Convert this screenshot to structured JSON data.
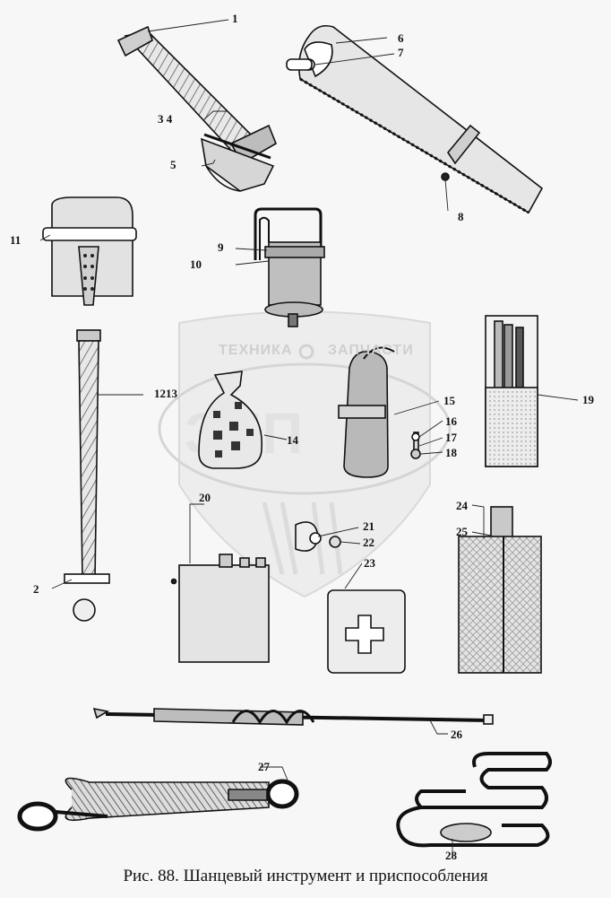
{
  "caption": "Рис. 88. Шанцевый инструмент и приспособления",
  "watermark": {
    "left_text": "ТЕХНИКА",
    "right_text": "ЗАПЧАСТИ",
    "logo_letters": "ЗИП"
  },
  "callouts": [
    {
      "id": "c1",
      "label": "1"
    },
    {
      "id": "c2",
      "label": "2"
    },
    {
      "id": "c34",
      "label": "3  4"
    },
    {
      "id": "c5",
      "label": "5"
    },
    {
      "id": "c6",
      "label": "6"
    },
    {
      "id": "c7",
      "label": "7"
    },
    {
      "id": "c8",
      "label": "8"
    },
    {
      "id": "c9",
      "label": "9"
    },
    {
      "id": "c10",
      "label": "10"
    },
    {
      "id": "c11",
      "label": "11"
    },
    {
      "id": "c1213",
      "label": "1213"
    },
    {
      "id": "c14",
      "label": "14"
    },
    {
      "id": "c15",
      "label": "15"
    },
    {
      "id": "c16",
      "label": "16"
    },
    {
      "id": "c17",
      "label": "17"
    },
    {
      "id": "c18",
      "label": "18"
    },
    {
      "id": "c19",
      "label": "19"
    },
    {
      "id": "c20",
      "label": "20"
    },
    {
      "id": "c21",
      "label": "21"
    },
    {
      "id": "c22",
      "label": "22"
    },
    {
      "id": "c23",
      "label": "23"
    },
    {
      "id": "c24",
      "label": "24"
    },
    {
      "id": "c25",
      "label": "25"
    },
    {
      "id": "c26",
      "label": "26"
    },
    {
      "id": "c27",
      "label": "27"
    },
    {
      "id": "c28",
      "label": "28"
    }
  ]
}
